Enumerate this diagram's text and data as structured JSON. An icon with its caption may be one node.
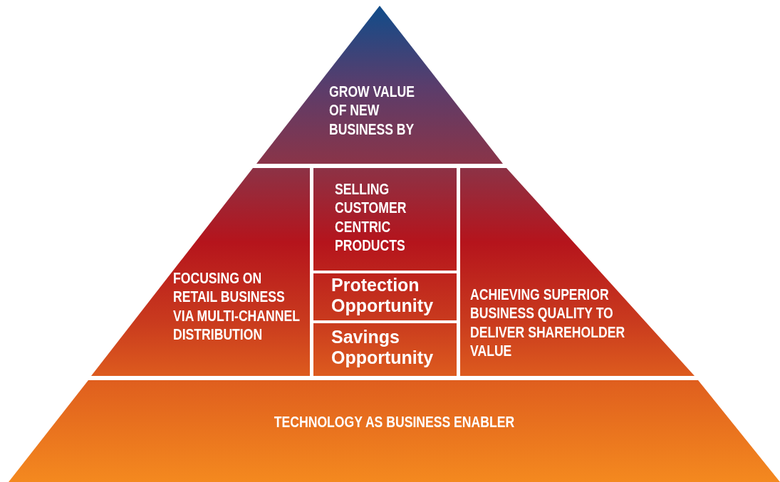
{
  "diagram": {
    "nodes": [
      {
        "text": [
          "GROW VALUE OF NEW BUSINESS BY"
        ]
      },
      {
        "text": [
          "FOCUSING ON RETAIL BUSINESS VIA MULTI-CHANNEL DISTRIBUTION"
        ]
      },
      {
        "text": [
          "SELLING CUSTOMER CENTRIC PRODUCTS"
        ]
      },
      {
        "text": [
          "Protection Opportunity"
        ]
      },
      {
        "text": [
          "Savings Opportunity"
        ]
      },
      {
        "text": [
          "ACHIEVING SUPERIOR BUSINESS QUALITY TO DELIVER SHAREHOLDER VALUE"
        ]
      },
      {
        "text": [
          "TECHNOLOGY AS BUSINESS ENABLER"
        ]
      }
    ]
  }
}
